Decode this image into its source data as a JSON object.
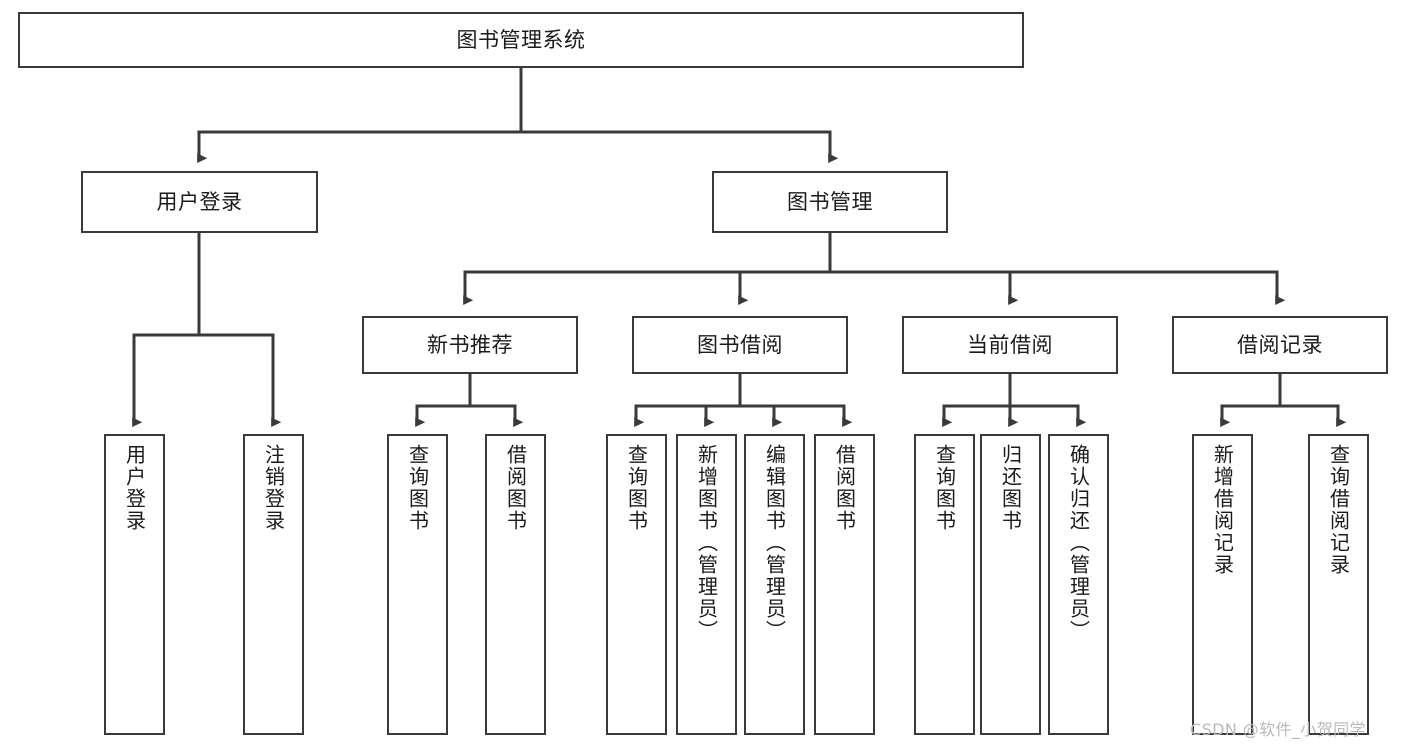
{
  "diagram": {
    "type": "tree-hierarchy-flowchart",
    "title": "图书管理系统",
    "orientation": "top-down",
    "colors": {
      "box_border": "#3a3a3a",
      "box_fill": "#ffffff",
      "connector": "#3a3a3a",
      "text": "#1b1b1b",
      "watermark": "#b9b9b9",
      "background": "#ffffff"
    },
    "nodes": {
      "root": {
        "label": "图书管理系统"
      },
      "level1": [
        {
          "id": "user-login",
          "label": "用户登录"
        },
        {
          "id": "book-management",
          "label": "图书管理"
        }
      ],
      "level2": [
        {
          "id": "new-book-recommend",
          "label": "新书推荐",
          "parent": "book-management"
        },
        {
          "id": "book-borrow",
          "label": "图书借阅",
          "parent": "book-management"
        },
        {
          "id": "current-borrow",
          "label": "当前借阅",
          "parent": "book-management"
        },
        {
          "id": "borrow-record",
          "label": "借阅记录",
          "parent": "book-management"
        }
      ],
      "leaves": {
        "user-login": [
          {
            "id": "leaf-user-login",
            "label": "用户登录"
          },
          {
            "id": "leaf-user-logout",
            "label": "注销登录"
          }
        ],
        "new-book-recommend": [
          {
            "id": "leaf-query-book-1",
            "label": "查询图书"
          },
          {
            "id": "leaf-borrow-book-1",
            "label": "借阅图书"
          }
        ],
        "book-borrow": [
          {
            "id": "leaf-query-book-2",
            "label": "查询图书"
          },
          {
            "id": "leaf-add-book",
            "label": "新增图书（管理员）"
          },
          {
            "id": "leaf-edit-book",
            "label": "编辑图书（管理员）"
          },
          {
            "id": "leaf-borrow-book-2",
            "label": "借阅图书"
          }
        ],
        "current-borrow": [
          {
            "id": "leaf-query-book-3",
            "label": "查询图书"
          },
          {
            "id": "leaf-return-book",
            "label": "归还图书"
          },
          {
            "id": "leaf-confirm-return",
            "label": "确认归还（管理员）"
          }
        ],
        "borrow-record": [
          {
            "id": "leaf-add-record",
            "label": "新增借阅记录"
          },
          {
            "id": "leaf-query-record",
            "label": "查询借阅记录"
          }
        ]
      }
    },
    "watermark": "CSDN @软件_小贺同学"
  }
}
